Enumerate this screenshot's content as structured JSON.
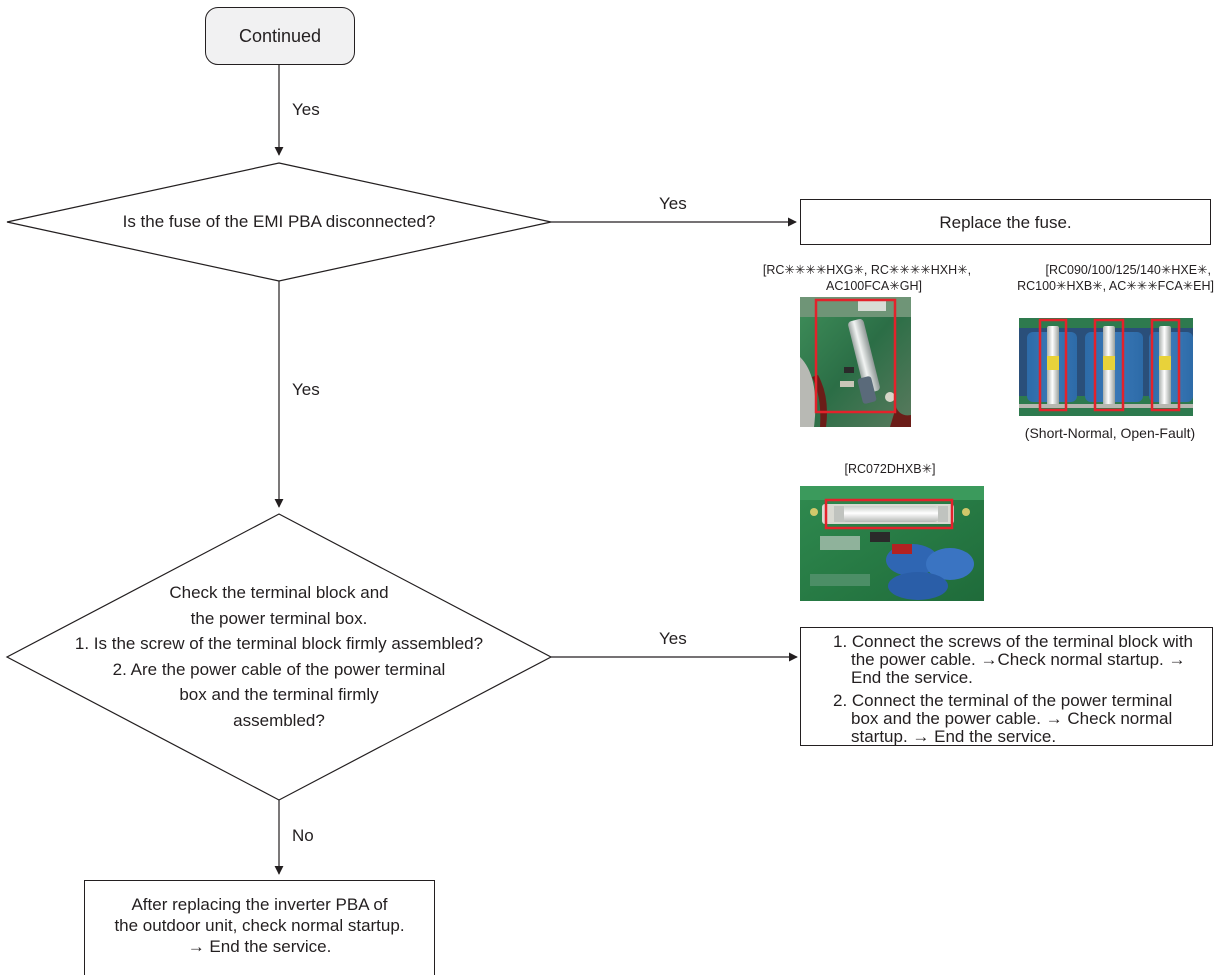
{
  "start": {
    "label": "Continued"
  },
  "edges": {
    "start_to_fuse": "Yes",
    "fuse_yes": "Yes",
    "fuse_to_terminal": "Yes",
    "terminal_yes": "Yes",
    "terminal_no": "No"
  },
  "decisions": {
    "fuse": "Is the fuse of the EMI PBA disconnected?",
    "terminal": [
      "Check the terminal block and",
      "the power terminal box.",
      "1. Is the screw of the terminal block firmly assembled?",
      "2. Are the power cable of the power terminal",
      "box and the terminal firmly",
      "assembled?"
    ]
  },
  "actions": {
    "replace_fuse": "Replace the fuse.",
    "connect_steps": [
      "1. Connect the screws of the terminal block with the power cable. →Check normal startup. → End the service.",
      "2. Connect the terminal of the power terminal box and the power cable. → Check normal startup. → End the service."
    ],
    "replace_inverter": [
      "After replacing the inverter PBA of",
      "the outdoor unit, check normal startup.",
      "→ End the service."
    ]
  },
  "photos": {
    "photo1": {
      "caption": [
        "[RC✳✳✳✳HXG✳, RC✳✳✳✳HXH✳,",
        "AC100FCA✳GH]"
      ]
    },
    "photo2": {
      "caption": [
        "[RC090/100/125/140✳HXE✳,",
        "RC100✳HXB✳, AC✳✳✳FCA✳EH]"
      ],
      "note": "(Short-Normal, Open-Fault)"
    },
    "photo3": {
      "caption": [
        "[RC072DHXB✳]"
      ]
    }
  },
  "colors": {
    "line": "#231f20",
    "highlight": "#e3222b",
    "start_fill": "#f1f1f2",
    "board_green": "#2e8b57"
  }
}
